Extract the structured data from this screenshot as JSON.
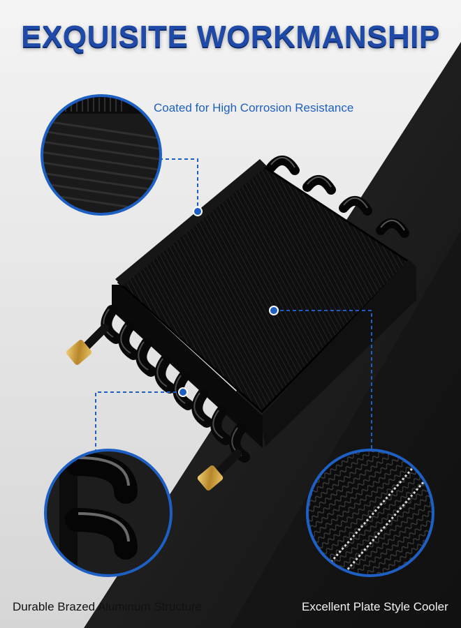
{
  "headline": "EXQUISITE WORKMANSHIP",
  "callouts": {
    "corrosion": "Coated for High Corrosion Resistance",
    "structure": "Durable Brazed Aluminum Structure",
    "plate": "Excellent Plate Style Cooler"
  },
  "colors": {
    "headline": "#1f4aa8",
    "accent_blue": "#1e5fc4",
    "dark_band": "#1c1c1c",
    "light_bg": "#e9e9e9"
  },
  "icons": [
    "cooler-illustration",
    "fin-closeup",
    "tube-closeup",
    "plate-closeup"
  ]
}
